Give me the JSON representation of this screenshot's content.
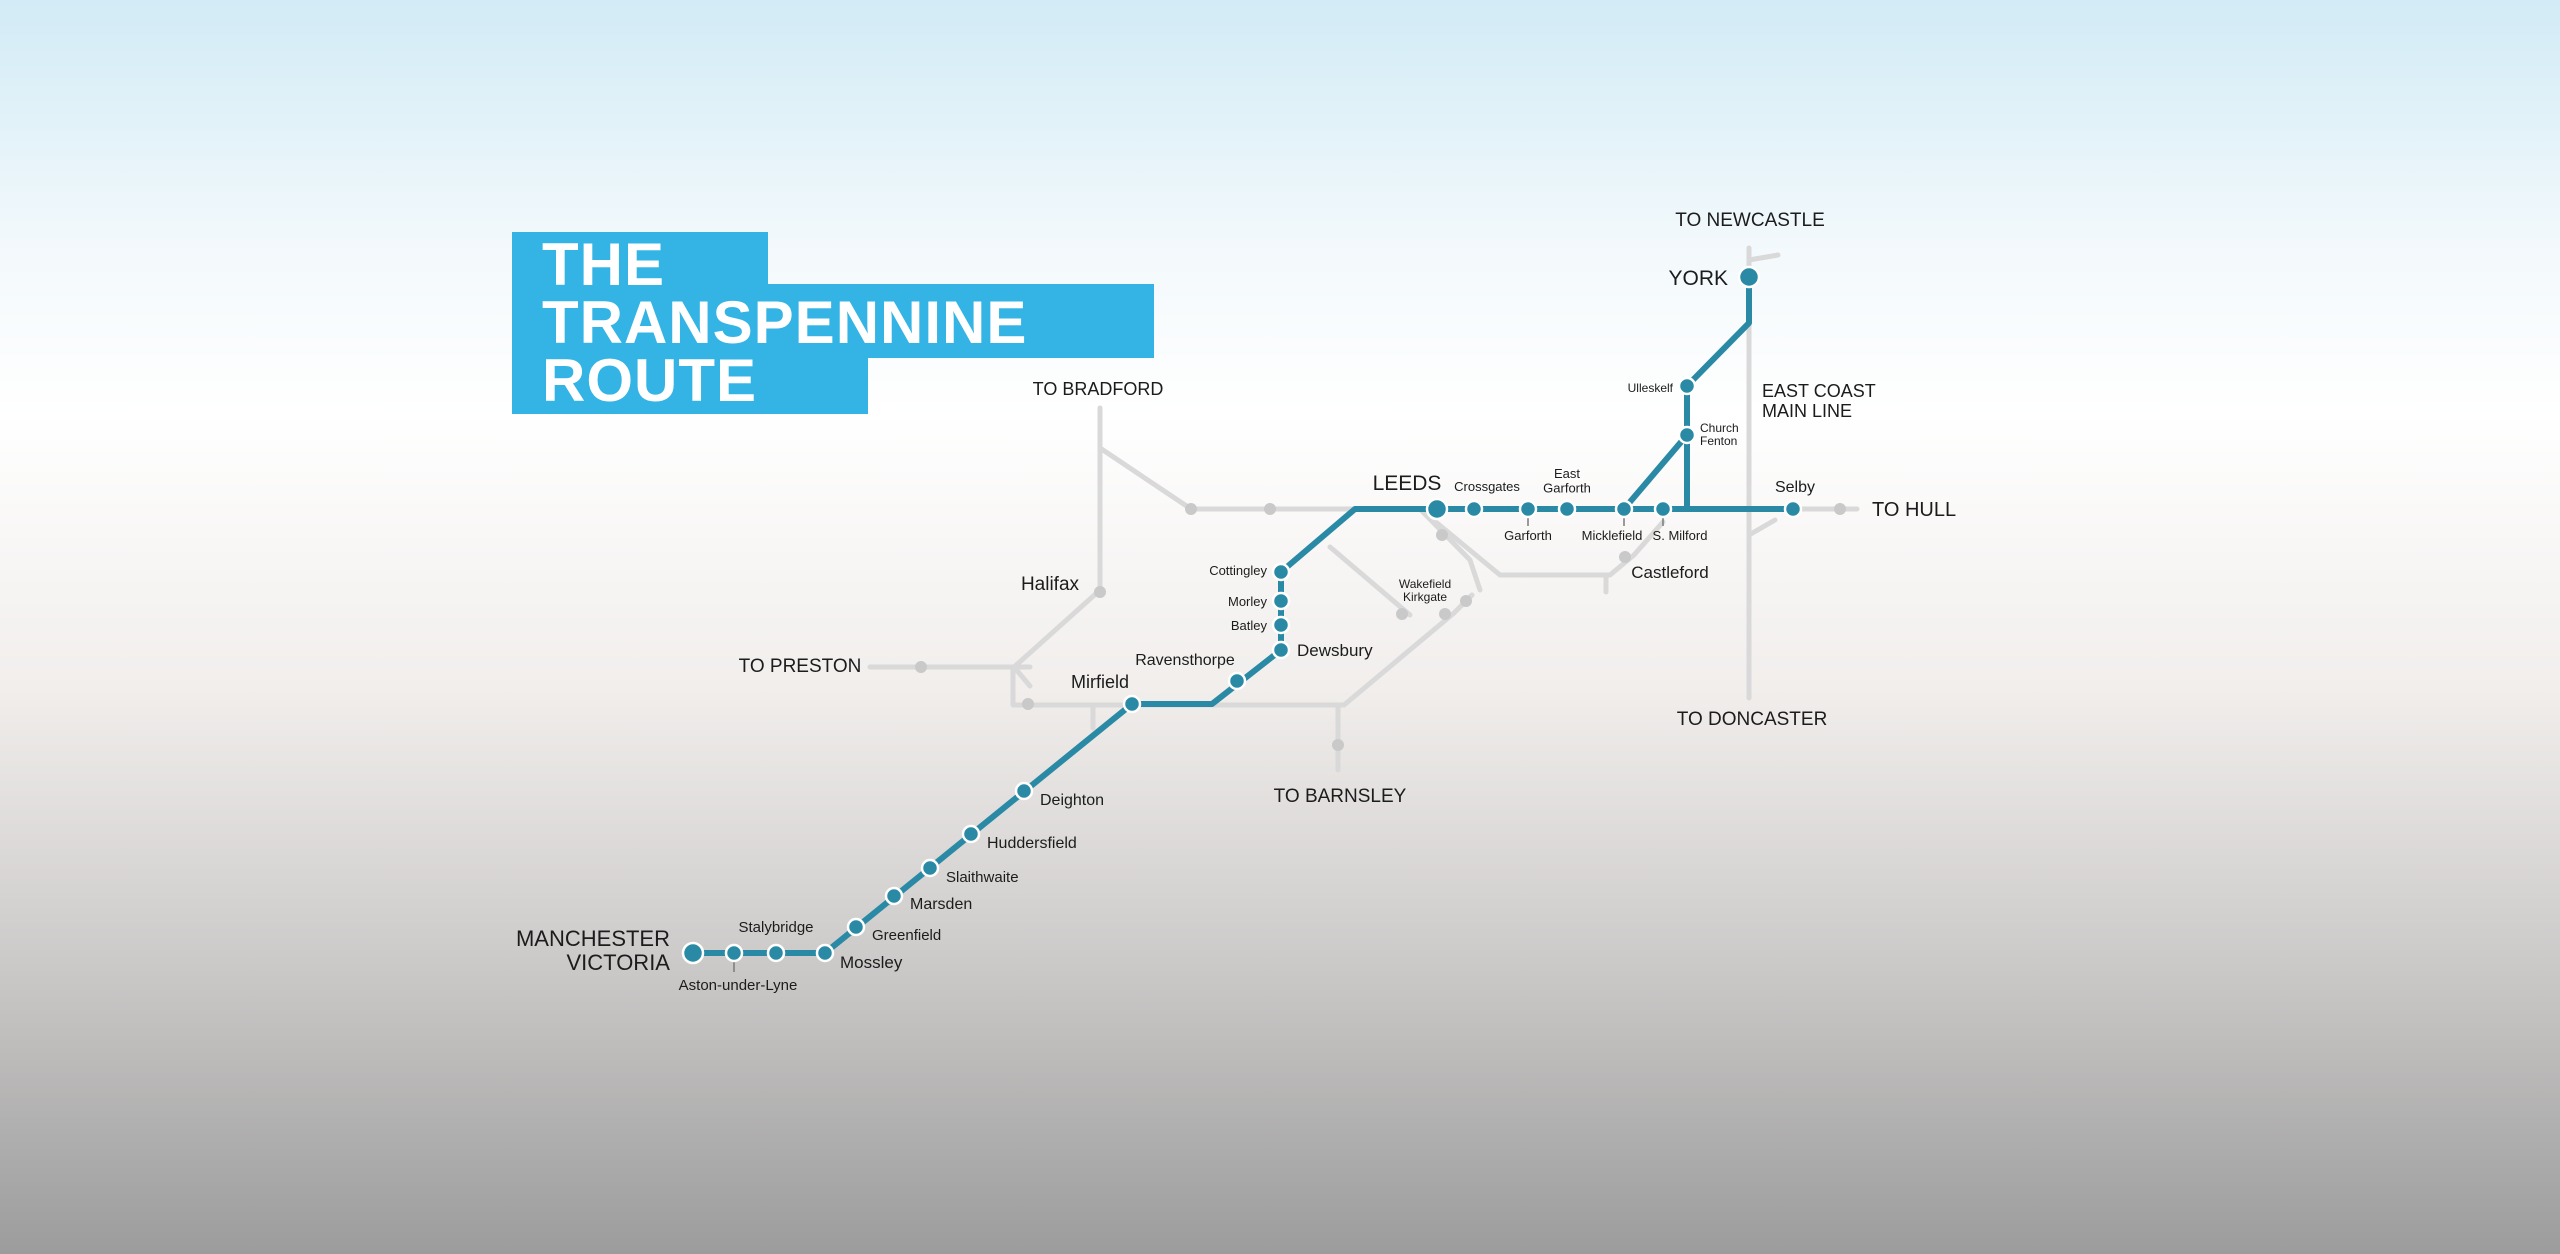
{
  "title": {
    "line1": "THE",
    "line2": "TRANSPENNINE",
    "line3": "ROUTE"
  },
  "colors": {
    "route": "#2a8aa6",
    "other_lines": "#d9d9d9",
    "title_bg": "#33b4e5",
    "title_text": "#ffffff",
    "label": "#1c1c1c"
  },
  "map": {
    "route_stations": [
      {
        "id": "manchester-victoria",
        "label": [
          "MANCHESTER",
          "VICTORIA"
        ],
        "major": true
      },
      {
        "id": "aston-under-lyne",
        "label": [
          "Aston-under-Lyne"
        ]
      },
      {
        "id": "stalybridge",
        "label": [
          "Stalybridge"
        ]
      },
      {
        "id": "mossley",
        "label": [
          "Mossley"
        ]
      },
      {
        "id": "greenfield",
        "label": [
          "Greenfield"
        ]
      },
      {
        "id": "marsden",
        "label": [
          "Marsden"
        ]
      },
      {
        "id": "slaithwaite",
        "label": [
          "Slaithwaite"
        ]
      },
      {
        "id": "huddersfield",
        "label": [
          "Huddersfield"
        ]
      },
      {
        "id": "deighton",
        "label": [
          "Deighton"
        ]
      },
      {
        "id": "mirfield",
        "label": [
          "Mirfield"
        ]
      },
      {
        "id": "ravensthorpe",
        "label": [
          "Ravensthorpe"
        ]
      },
      {
        "id": "dewsbury",
        "label": [
          "Dewsbury"
        ]
      },
      {
        "id": "batley",
        "label": [
          "Batley"
        ]
      },
      {
        "id": "morley",
        "label": [
          "Morley"
        ]
      },
      {
        "id": "cottingley",
        "label": [
          "Cottingley"
        ]
      },
      {
        "id": "leeds",
        "label": [
          "LEEDS"
        ],
        "major": true
      },
      {
        "id": "crossgates",
        "label": [
          "Crossgates"
        ]
      },
      {
        "id": "garforth",
        "label": [
          "Garforth"
        ]
      },
      {
        "id": "east-garforth",
        "label": [
          "East",
          "Garforth"
        ]
      },
      {
        "id": "micklefield",
        "label": [
          "Micklefield"
        ]
      },
      {
        "id": "s-milford",
        "label": [
          "S. Milford"
        ]
      },
      {
        "id": "selby",
        "label": [
          "Selby"
        ]
      },
      {
        "id": "church-fenton",
        "label": [
          "Church",
          "Fenton"
        ]
      },
      {
        "id": "ulleskelf",
        "label": [
          "Ulleskelf"
        ]
      },
      {
        "id": "york",
        "label": [
          "YORK"
        ],
        "major": true
      }
    ],
    "other_labels": [
      {
        "id": "halifax",
        "text": [
          "Halifax"
        ]
      },
      {
        "id": "castleford",
        "text": [
          "Castleford"
        ]
      },
      {
        "id": "wakefield-kirkgate",
        "text": [
          "Wakefield",
          "Kirkgate"
        ]
      }
    ],
    "directions": [
      {
        "id": "to-newcastle",
        "text": [
          "TO NEWCASTLE"
        ]
      },
      {
        "id": "to-bradford",
        "text": [
          "TO BRADFORD"
        ]
      },
      {
        "id": "to-preston",
        "text": [
          "TO PRESTON"
        ]
      },
      {
        "id": "to-barnsley",
        "text": [
          "TO BARNSLEY"
        ]
      },
      {
        "id": "to-doncaster",
        "text": [
          "TO DONCASTER"
        ]
      },
      {
        "id": "to-hull",
        "text": [
          "TO HULL"
        ]
      },
      {
        "id": "east-coast-main-line",
        "text": [
          "EAST COAST",
          "MAIN LINE"
        ]
      }
    ]
  }
}
